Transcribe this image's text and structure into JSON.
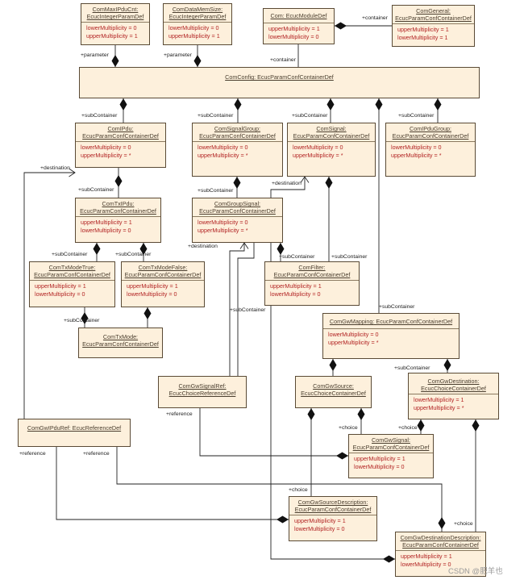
{
  "classes": {
    "maxipdu": {
      "title": "ComMaxIPduCnt:",
      "type": "EcucIntegerParamDef",
      "attrs": [
        "lowerMultiplicity = 0",
        "upperMultiplicity = 1"
      ]
    },
    "datamem": {
      "title": "ComDataMemSize:",
      "type": "EcucIntegerParamDef",
      "attrs": [
        "lowerMultiplicity = 0",
        "upperMultiplicity = 1"
      ]
    },
    "com": {
      "title": "Com: EcucModuleDef",
      "attrs": [
        "upperMultiplicity = 1",
        "lowerMultiplicity = 0"
      ]
    },
    "general": {
      "title": "ComGeneral:",
      "type": "EcucParamConfContainerDef",
      "attrs": [
        "upperMultiplicity = 1",
        "lowerMultiplicity = 1"
      ]
    },
    "config": {
      "title": "ComConfig: EcucParamConfContainerDef"
    },
    "ipdu": {
      "title": "ComIPdu:",
      "type": "EcucParamConfContainerDef",
      "attrs": [
        "lowerMultiplicity = 0",
        "upperMultiplicity = *"
      ]
    },
    "siggroup": {
      "title": "ComSignalGroup:",
      "type": "EcucParamConfContainerDef",
      "attrs": [
        "lowerMultiplicity = 0",
        "upperMultiplicity = *"
      ]
    },
    "signal": {
      "title": "ComSignal:",
      "type": "EcucParamConfContainerDef",
      "attrs": [
        "lowerMultiplicity = 0",
        "upperMultiplicity = *"
      ]
    },
    "ipdugroup": {
      "title": "ComIPduGroup:",
      "type": "EcucParamConfContainerDef",
      "attrs": [
        "lowerMultiplicity = 0",
        "upperMultiplicity = *"
      ]
    },
    "txipdu": {
      "title": "ComTxIPdu:",
      "type": "EcucParamConfContainerDef",
      "attrs": [
        "upperMultiplicity = 1",
        "lowerMultiplicity = 0"
      ]
    },
    "groupsignal": {
      "title": "ComGroupSignal:",
      "type": "EcucParamConfContainerDef",
      "attrs": [
        "lowerMultiplicity = 0",
        "upperMultiplicity = *"
      ]
    },
    "txmodetrue": {
      "title": "ComTxModeTrue:",
      "type": "EcucParamConfContainerDef",
      "attrs": [
        "upperMultiplicity = 1",
        "lowerMultiplicity = 0"
      ]
    },
    "txmodefalse": {
      "title": "ComTxModeFalse:",
      "type": "EcucParamConfContainerDef",
      "attrs": [
        "upperMultiplicity = 1",
        "lowerMultiplicity = 0"
      ]
    },
    "filter": {
      "title": "ComFilter:",
      "type": "EcucParamConfContainerDef",
      "attrs": [
        "upperMultiplicity = 1",
        "lowerMultiplicity = 0"
      ]
    },
    "txmode": {
      "title": "ComTxMode:",
      "type": "EcucParamConfContainerDef"
    },
    "gwmapping": {
      "title": "ComGwMapping: EcucParamConfContainerDef",
      "attrs": [
        "lowerMultiplicity = 0",
        "upperMultiplicity = *"
      ]
    },
    "gwsignalref": {
      "title": "ComGwSignalRef:",
      "type": "EcucChoiceReferenceDef"
    },
    "gwsource": {
      "title": "ComGwSource:",
      "type": "EcucChoiceContainerDef"
    },
    "gwdest": {
      "title": "ComGwDestination:",
      "type": "EcucChoiceContainerDef",
      "attrs": [
        "lowerMultiplicity = 1",
        "upperMultiplicity = *"
      ]
    },
    "gwipduref": {
      "title": "ComGwIPduRef: EcucReferenceDef"
    },
    "gwsignal": {
      "title": "ComGwSignal:",
      "type": "EcucParamConfContainerDef",
      "attrs": [
        "upperMultiplicity = 1",
        "lowerMultiplicity = 0"
      ]
    },
    "gwsrcdesc": {
      "title": "ComGwSourceDescription:",
      "type": "EcucParamConfContainerDef",
      "attrs": [
        "upperMultiplicity = 1",
        "lowerMultiplicity = 0"
      ]
    },
    "gwdestdesc": {
      "title": "ComGwDestinationDescription:",
      "type": "EcucParamConfContainerDef",
      "attrs": [
        "upperMultiplicity = 1",
        "lowerMultiplicity = 0"
      ]
    }
  },
  "labels": {
    "parameter": "+parameter",
    "container": "+container",
    "subContainer": "+subContainer",
    "destination": "+destination",
    "reference": "+reference",
    "choice": "+choice"
  },
  "watermark": "CSDN @肥羊也"
}
